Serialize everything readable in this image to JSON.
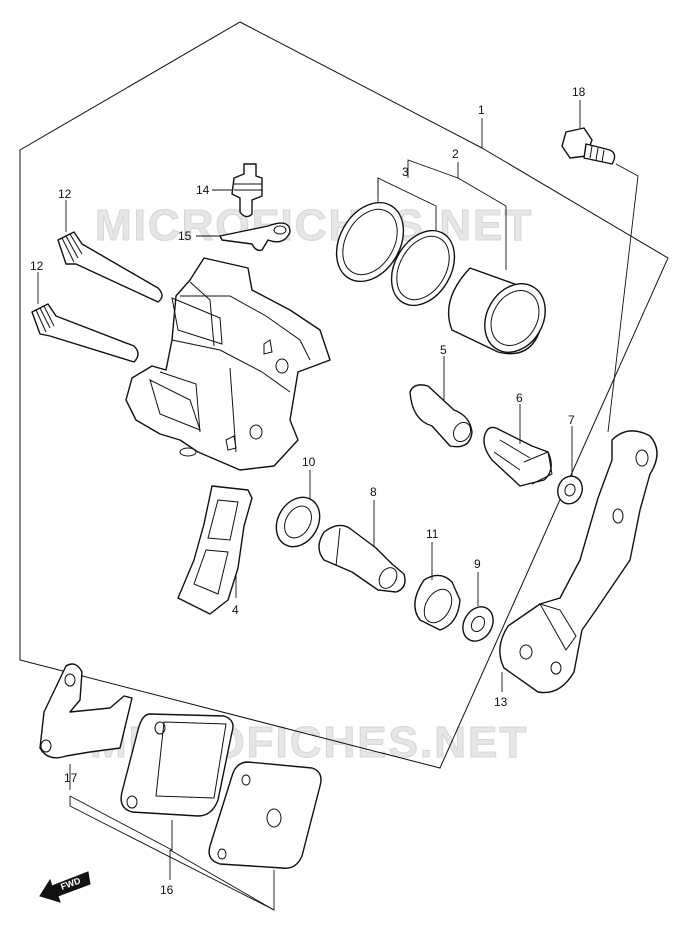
{
  "watermark": "MICROFICHES.NET",
  "fwd_label": "FWD",
  "callouts": {
    "p1": "1",
    "p2": "2",
    "p3": "3",
    "p4": "4",
    "p5": "5",
    "p6": "6",
    "p7": "7",
    "p8": "8",
    "p9": "9",
    "p10": "10",
    "p11": "11",
    "p12a": "12",
    "p12b": "12",
    "p13": "13",
    "p14": "14",
    "p15": "15",
    "p16": "16",
    "p17": "17",
    "p18": "18"
  }
}
